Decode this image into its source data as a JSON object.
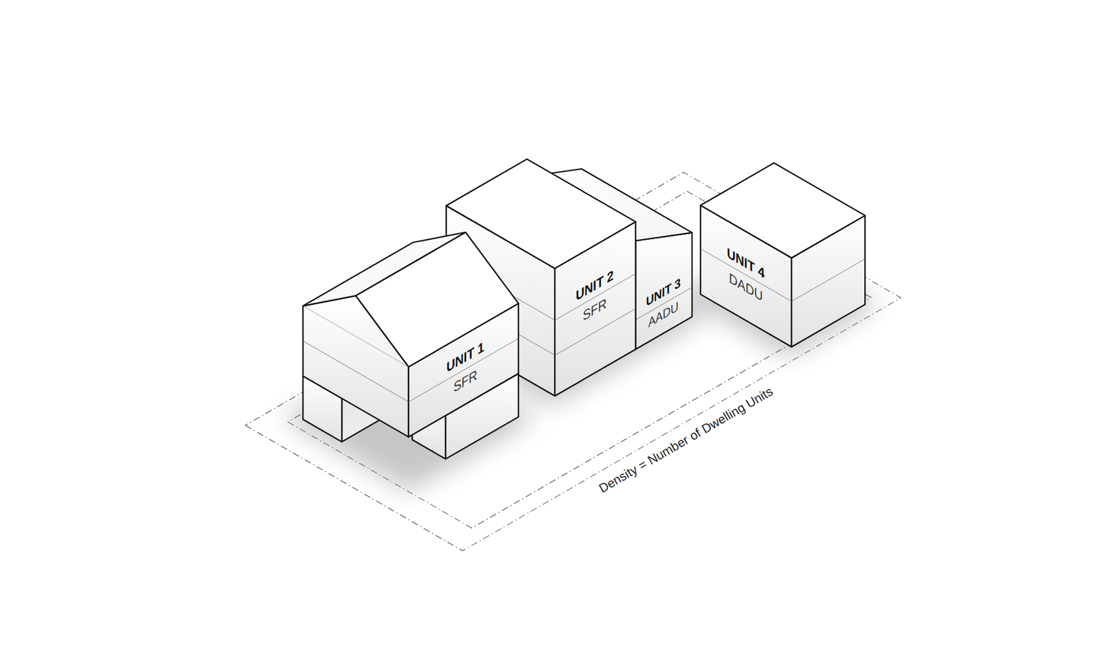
{
  "diagram": {
    "nodes": [
      {
        "text": [
          "UNIT 1",
          "SFR"
        ]
      },
      {
        "text": [
          "UNIT 2",
          "SFR"
        ]
      },
      {
        "text": [
          "UNIT 3",
          "AADU"
        ]
      },
      {
        "text": [
          "UNIT 4",
          "DADU"
        ]
      }
    ],
    "labels": [
      "Density = Number of Dwelling Units"
    ]
  }
}
